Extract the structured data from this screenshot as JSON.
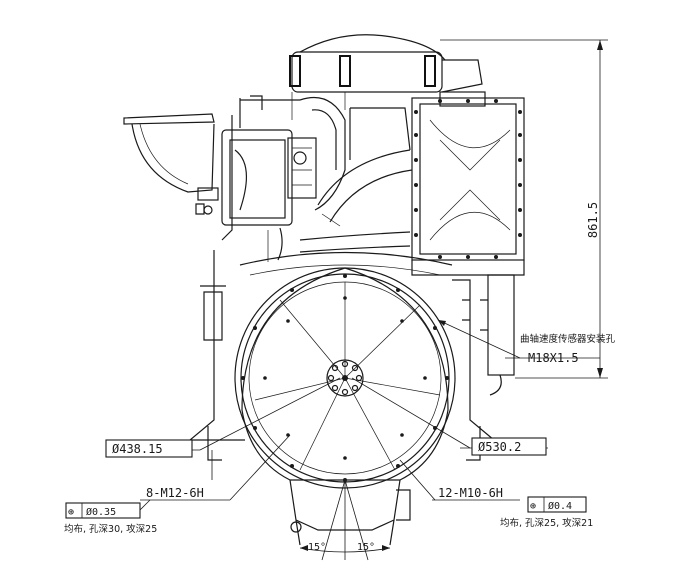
{
  "dimensions": {
    "overall_height": "861.5",
    "sensor_hole_note": "曲轴速度传感器安装孔",
    "sensor_thread": "M18X1.5",
    "bolt_circle_left": "Ø438.15",
    "bolt_circle_right": "Ø530.2",
    "holes_left": "8-M12-6H",
    "holes_right": "12-M10-6H",
    "tol_left_value": "Ø0.35",
    "tol_left_note": "均布, 孔深30, 攻深25",
    "tol_right_value": "Ø0.4",
    "tol_right_note": "均布, 孔深25, 攻深21",
    "angle_left": "15°",
    "angle_right": "15°",
    "position_symbol": "⊕"
  }
}
